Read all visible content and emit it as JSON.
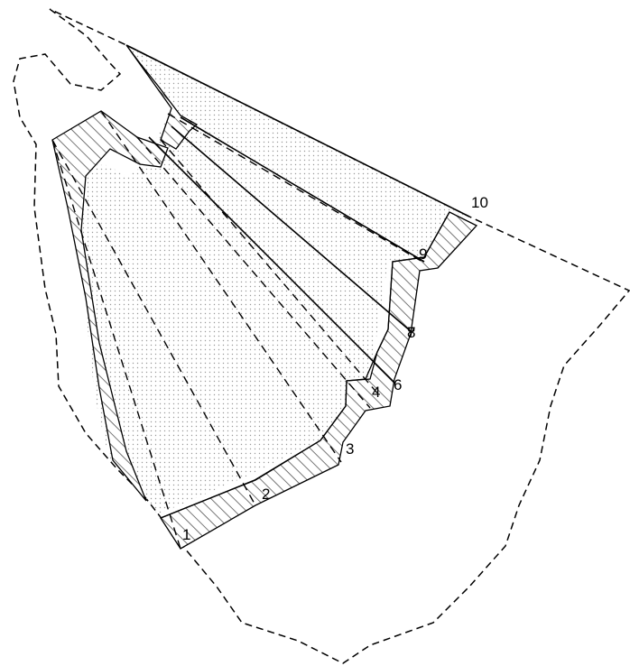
{
  "labels": {
    "l1": "1",
    "l2": "2",
    "l3": "3",
    "l4": "4",
    "l6": "6",
    "l7": "7",
    "l8": "8",
    "l9": "9",
    "l10": "10"
  },
  "colors": {
    "line": "#000000",
    "dots": "#9a9a9a",
    "hatch": "#555555",
    "background": "#ffffff"
  }
}
